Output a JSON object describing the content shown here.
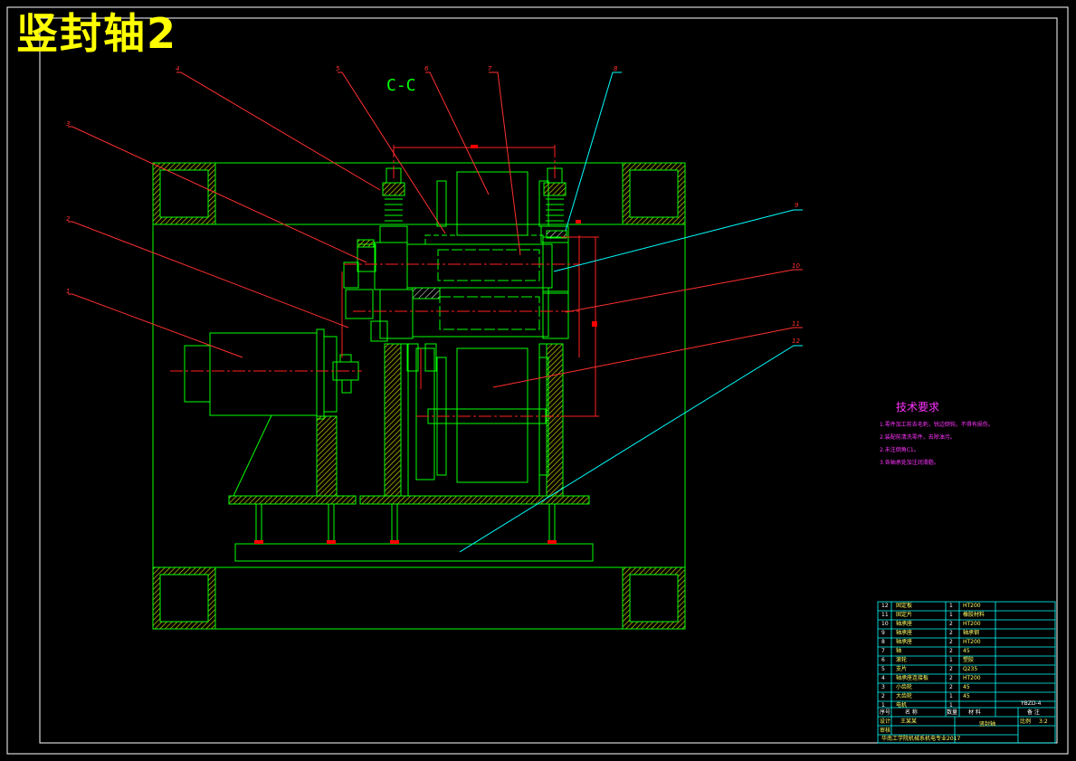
{
  "drawing": {
    "title": "竖封轴2",
    "section_label": "C-C",
    "part_callouts": [
      "1",
      "2",
      "3",
      "4",
      "5",
      "6",
      "7",
      "8",
      "9",
      "10",
      "11",
      "12"
    ]
  },
  "technical_requirements": {
    "heading": "技术要求",
    "lines": [
      "1.零件加工前去毛刺，锐边倒钝，不得有损伤。",
      "2.装配前清洗零件，去除油污。",
      "2.未注倒角C1。",
      "3.各轴承处加注润滑脂。"
    ]
  },
  "bom": {
    "rows": [
      {
        "no": "12",
        "name": "固定板",
        "qty": "1",
        "material": "HT200"
      },
      {
        "no": "11",
        "name": "固定片",
        "qty": "1",
        "material": "橡胶材料"
      },
      {
        "no": "10",
        "name": "轴承座",
        "qty": "2",
        "material": "HT200"
      },
      {
        "no": "9",
        "name": "轴承座",
        "qty": "2",
        "material": "轴承钢"
      },
      {
        "no": "8",
        "name": "轴承座",
        "qty": "2",
        "material": "HT200"
      },
      {
        "no": "7",
        "name": "轴",
        "qty": "2",
        "material": "45"
      },
      {
        "no": "6",
        "name": "滚轮",
        "qty": "1",
        "material": "塑胶"
      },
      {
        "no": "5",
        "name": "支片",
        "qty": "2",
        "material": "Q235"
      },
      {
        "no": "4",
        "name": "轴承座连接板",
        "qty": "2",
        "material": "HT200"
      },
      {
        "no": "3",
        "name": "小齿轮",
        "qty": "2",
        "material": "45"
      },
      {
        "no": "2",
        "name": "大齿轮",
        "qty": "1",
        "material": "45"
      },
      {
        "no": "1",
        "name": "电机",
        "qty": "1",
        "material": ""
      }
    ],
    "code": "YBZD-4",
    "header_labels": {
      "no": "序号",
      "name": "名 称",
      "qty": "数量",
      "material": "材 料",
      "remark": "备 注"
    },
    "designer_label": "设计",
    "designer_name": "王某某",
    "checker_label": "审核",
    "part_title": "竖封轴",
    "scale_label": "比例",
    "scale_value": "3:2",
    "school": "华南工学院机械系机电专业2017"
  },
  "colors": {
    "outline": "#00ff00",
    "center_line": "#ff2020",
    "leader_red": "#ff3030",
    "leader_cyan": "#00ffff",
    "hatch": "#ffff00",
    "text_magenta": "#ff33ff",
    "frame": "#ffffff"
  }
}
